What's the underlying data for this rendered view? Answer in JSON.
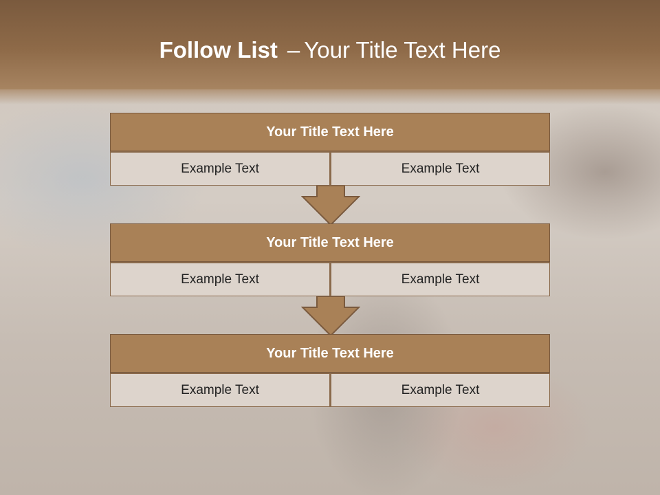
{
  "slide": {
    "title_bold": "Follow List",
    "title_sep": "–",
    "title_rest": "Your Title Text Here"
  },
  "blocks": [
    {
      "title": "Your Title Text Here",
      "left": "Example Text",
      "right": "Example Text"
    },
    {
      "title": "Your Title Text Here",
      "left": "Example Text",
      "right": "Example Text"
    },
    {
      "title": "Your Title Text Here",
      "left": "Example Text",
      "right": "Example Text"
    }
  ],
  "colors": {
    "header_band": "#8e6a48",
    "block_title_fill": "#a98157",
    "cell_fill": "#ddd4cc",
    "arrow_fill": "#a98157",
    "border": "#7a5a3e"
  }
}
